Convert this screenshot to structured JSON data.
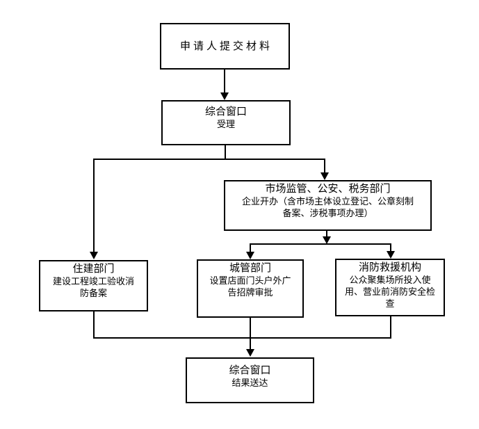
{
  "diagram": {
    "type": "flowchart",
    "background_color": "#ffffff",
    "line_color": "#000000",
    "text_color": "#000000",
    "nodes": [
      {
        "id": "applicant-submit",
        "title": "申请人提交材料",
        "body": "",
        "lines": []
      },
      {
        "id": "comprehensive-window-accept",
        "title": "综合窗口",
        "body": "受理",
        "lines": [
          "受理"
        ]
      },
      {
        "id": "market-police-tax-departments",
        "title": "市场监管、公安、税务部门",
        "body": "企业开办（含市场主体设立登记、公章刻制备案、涉税事项办理）",
        "lines": [
          "企业开办（含市场主体设立登记、公章刻制",
          "备案、涉税事项办理）"
        ]
      },
      {
        "id": "housing-construction-department",
        "title": "住建部门",
        "body": "建设工程竣工验收消防备案",
        "lines": [
          "建设工程竣工验收消",
          "防备案"
        ]
      },
      {
        "id": "urban-management-department",
        "title": "城管部门",
        "body": "设置店面门头户外广告招牌审批",
        "lines": [
          "设置店面门头户外广",
          "告招牌审批"
        ]
      },
      {
        "id": "fire-rescue-agency",
        "title": "消防救援机构",
        "body": "公众聚集场所投入使用、营业前消防安全检查",
        "lines": [
          "公众聚集场所投入使",
          "用、营业前消防安全检",
          "查"
        ]
      },
      {
        "id": "comprehensive-window-deliver",
        "title": "综合窗口",
        "body": "结果送达",
        "lines": [
          "结果送达"
        ]
      }
    ]
  }
}
